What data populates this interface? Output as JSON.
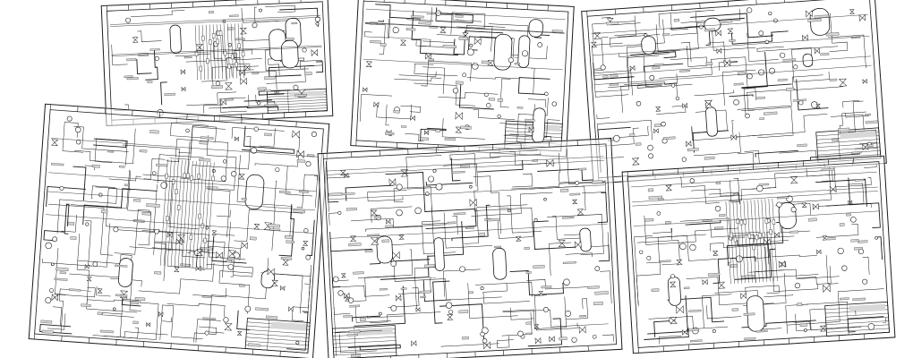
{
  "title": "",
  "sheets": [
    {
      "id": "sheet-top-left"
    },
    {
      "id": "sheet-top-center"
    },
    {
      "id": "sheet-top-right"
    },
    {
      "id": "sheet-mid-left"
    },
    {
      "id": "sheet-center"
    },
    {
      "id": "sheet-bottom-right"
    }
  ],
  "colors": {
    "background": "#ffffff",
    "line": "#1a1a1a",
    "fill": "#d8d8d8"
  }
}
